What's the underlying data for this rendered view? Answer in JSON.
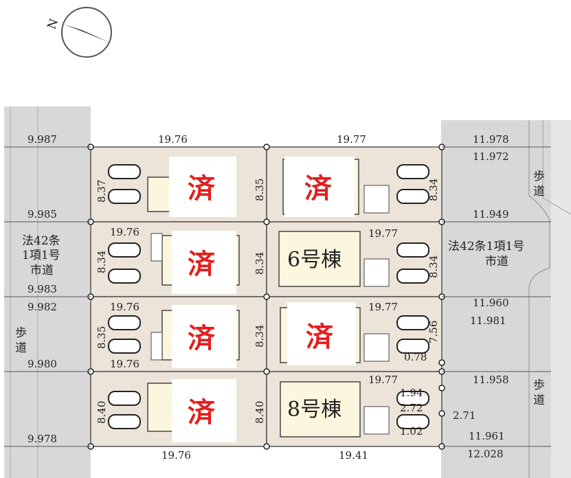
{
  "roads": {
    "west_road": [
      "法42条",
      "1項1号",
      "市道"
    ],
    "east_road": [
      "法42条1項1号",
      "市道"
    ],
    "sidewalk_west": [
      "歩",
      "道"
    ],
    "sidewalk_east_upper": [
      "歩",
      "道"
    ],
    "sidewalk_east_lower": [
      "歩",
      "道"
    ]
  },
  "compass": {
    "north_label": "N"
  },
  "sold_label": "済",
  "houses": {
    "h6": "6号棟",
    "h8": "8号棟"
  },
  "dims": {
    "top_w": "19.76",
    "top_e": "19.77",
    "r1_w": "19.76",
    "r1_e": "19.77",
    "r2_w": "19.76",
    "r2_e": "19.77",
    "r3_w": "19.76",
    "r3_e": "19.77",
    "bot_w": "19.76",
    "bot_e": "19.41",
    "w1": "9.987",
    "w2": "9.985",
    "w3": "9.983",
    "w4": "9.982",
    "w5": "9.980",
    "w6": "9.978",
    "e1": "11.978",
    "e2": "11.972",
    "e3": "11.949",
    "e4": "11.960",
    "e5": "11.981",
    "e6": "11.958",
    "e7": "11.961",
    "e8": "12.028",
    "v_l1": "8.37",
    "v_m1": "8.35",
    "v_r1": "8.34",
    "v_l2": "8.34",
    "v_m2": "8.34",
    "v_r2": "8.34",
    "v_l3": "8.35",
    "v_m3": "8.34",
    "v_r3": "7.56",
    "v_l4": "8.40",
    "v_m4": "8.40",
    "s1": "0.78",
    "s2": "1.94",
    "s3": "2.72",
    "s4": "2.71",
    "s5": "1.02"
  }
}
